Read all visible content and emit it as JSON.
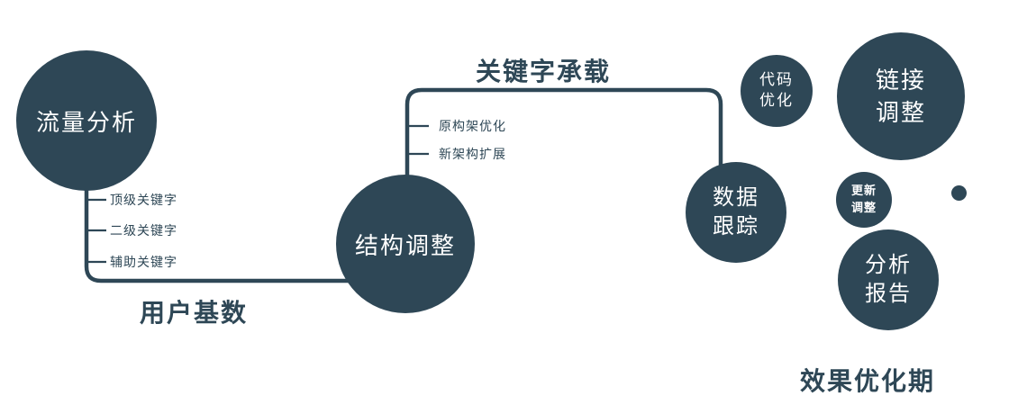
{
  "colors": {
    "node_fill": "#2e4756",
    "connector": "#2e4756",
    "label_text": "#2e4756",
    "node_text": "#ffffff",
    "background": "#ffffff"
  },
  "nodes": {
    "traffic_analysis": {
      "label": "流量分析"
    },
    "structure_adjustment": {
      "label": "结构调整"
    },
    "data_tracking": {
      "line1": "数据",
      "line2": "跟踪"
    },
    "code_optimization": {
      "line1": "代码",
      "line2": "优化"
    },
    "link_adjustment": {
      "line1": "链接",
      "line2": "调整"
    },
    "update_adjustment": {
      "line1": "更新",
      "line2": "调整"
    },
    "analysis_report": {
      "line1": "分析",
      "line2": "报告"
    }
  },
  "branches": {
    "traffic": [
      "顶级关键字",
      "二级关键字",
      "辅助关键字"
    ],
    "structure": [
      "原构架优化",
      "新架构扩展"
    ]
  },
  "edges": {
    "user_base_label": "用户基数",
    "keyword_carry_label": "关键字承载"
  },
  "phase_label": "效果优化期"
}
